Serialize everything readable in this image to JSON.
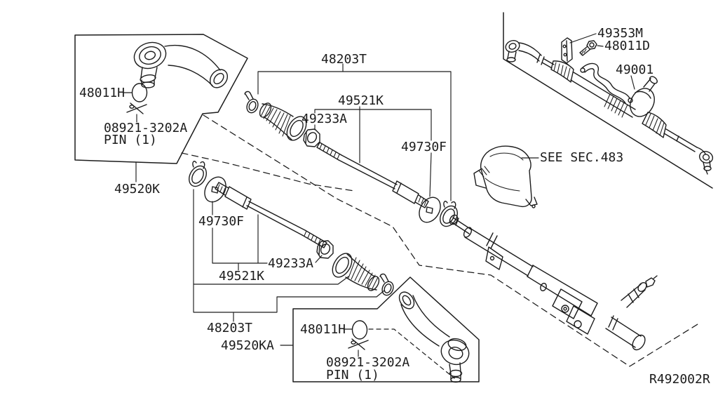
{
  "colors": {
    "background": "#ffffff",
    "ink": "#1c1c1c"
  },
  "figure_ref": "R492002R",
  "labels": {
    "tl_box": {
      "nut": "48011H",
      "pin": "08921-3202A",
      "pin_qty": "PIN (1)",
      "assembly": "49520K"
    },
    "upper": {
      "boot_kit": "48203T",
      "inner_socket": "49521K",
      "lock_nut": "49233A",
      "washer": "49730F"
    },
    "lower": {
      "washer": "49730F",
      "inner_socket": "49521K",
      "lock_nut": "49233A",
      "boot_kit": "48203T",
      "assembly": "49520KA"
    },
    "br_box": {
      "nut": "48011H",
      "pin": "08921-3202A",
      "pin_qty": "PIN (1)"
    },
    "overview": {
      "bracket": "49353M",
      "bolt": "48011D",
      "gear_assembly": "49001",
      "see_section": "SEE SEC.483"
    }
  }
}
